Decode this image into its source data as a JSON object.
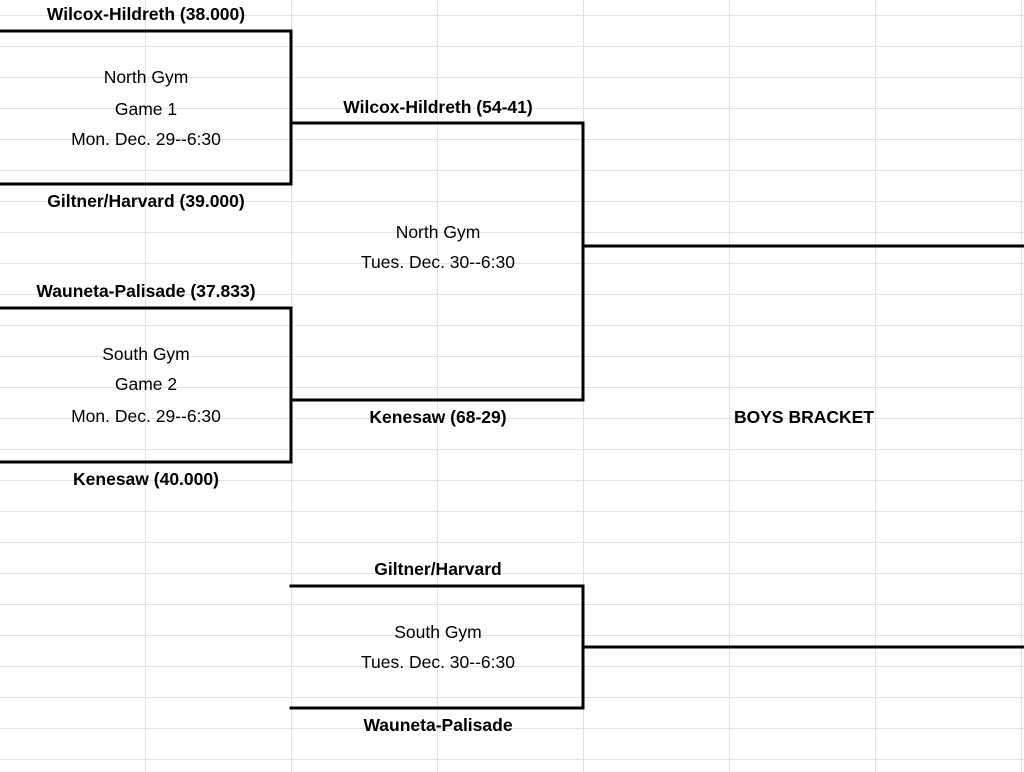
{
  "round1": {
    "game1": {
      "team_top": "Wilcox-Hildreth (38.000)",
      "location": "North Gym",
      "game": "Game 1",
      "time": "Mon. Dec. 29--6:30",
      "team_bottom": "Giltner/Harvard (39.000)"
    },
    "game2": {
      "team_top": "Wauneta-Palisade (37.833)",
      "location": "South Gym",
      "game": "Game 2",
      "time": "Mon. Dec. 29--6:30",
      "team_bottom": "Kenesaw (40.000)"
    }
  },
  "round2": {
    "championship": {
      "team_top": "Wilcox-Hildreth (54-41)",
      "location": "North Gym",
      "time": "Tues. Dec. 30--6:30",
      "team_bottom": "Kenesaw (68-29)"
    },
    "consolation": {
      "team_top": "Giltner/Harvard",
      "location": "South Gym",
      "time": "Tues. Dec. 30--6:30",
      "team_bottom": "Wauneta-Palisade"
    }
  },
  "bracket_title": "BOYS BRACKET"
}
